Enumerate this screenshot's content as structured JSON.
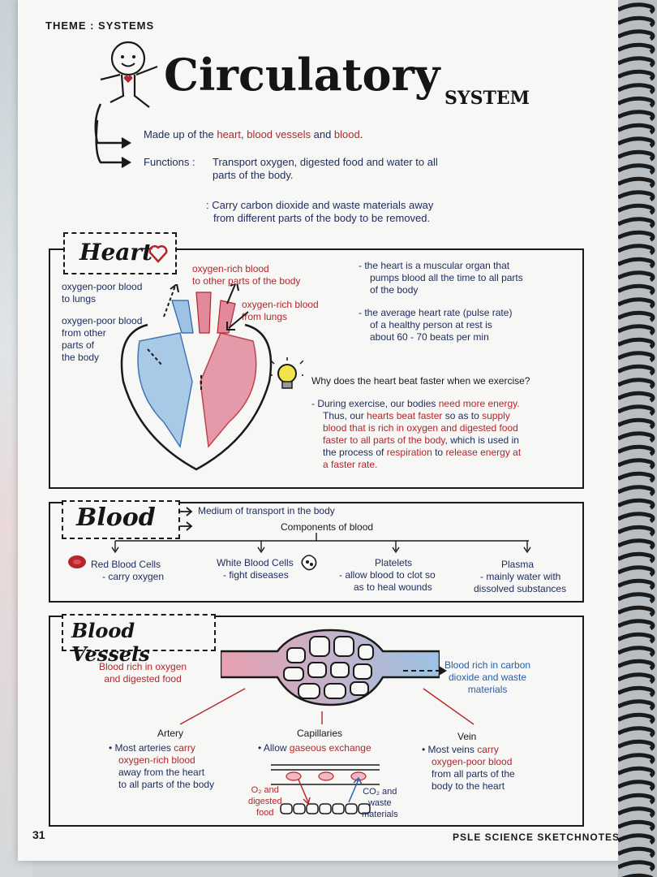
{
  "header": {
    "theme": "THEME : SYSTEMS",
    "title_main": "Circulatory",
    "title_small": "SYSTEM"
  },
  "intro": {
    "made_up_pre": "Made up of the ",
    "heart": "heart",
    "sep1": ", ",
    "blood_vessels": "blood vessels",
    "and": " and ",
    "blood": "blood",
    "end": ".",
    "functions_label": "Functions :",
    "function1_a": "Transport oxygen, digested food and water to all",
    "function1_b": "parts of the body.",
    "function2_a": ": Carry carbon dioxide and waste materials away",
    "function2_b": "from different parts of the body to be removed."
  },
  "heart_section": {
    "title": "Heart",
    "label_poor_lungs_a": "oxygen-poor blood",
    "label_poor_lungs_b": "to lungs",
    "label_poor_body_a": "oxygen-poor blood",
    "label_poor_body_b": "from other",
    "label_poor_body_c": "parts of",
    "label_poor_body_d": "the body",
    "label_rich_body_a": "oxygen-rich blood",
    "label_rich_body_b": "to other parts of the body",
    "label_rich_lungs_a": "oxygen-rich blood",
    "label_rich_lungs_b": "from lungs",
    "fact1_a": "- the heart is a muscular organ that",
    "fact1_b": "pumps blood all the time to all parts",
    "fact1_c": "of the body",
    "fact2_a": "- the average heart rate (pulse rate)",
    "fact2_b": "of a healthy person at rest is",
    "fact2_c": "about 60 - 70 beats per min",
    "question": "Why does the heart beat faster when we exercise?",
    "ans_1a": "- During exercise, our bodies ",
    "ans_1b": "need more energy.",
    "ans_2a": "Thus, our ",
    "ans_2b": "hearts beat faster",
    "ans_2c": " so as to ",
    "ans_2d": "supply",
    "ans_3": "blood that is rich in oxygen and digested food",
    "ans_4": "faster to all parts of the body",
    "ans_4b": ", which is used in",
    "ans_5a": "the process of ",
    "ans_5b": "respiration",
    "ans_5c": " to ",
    "ans_5d": "release energy at",
    "ans_6": "a faster rate."
  },
  "blood_section": {
    "title": "Blood",
    "medium": "Medium of transport in the body",
    "components": "Components of blood",
    "rbc": "Red Blood Cells",
    "rbc_desc": "- carry oxygen",
    "wbc": "White Blood Cells",
    "wbc_desc": "- fight diseases",
    "platelets": "Platelets",
    "platelets_desc_a": "- allow blood to clot so",
    "platelets_desc_b": "as to heal wounds",
    "plasma": "Plasma",
    "plasma_desc_a": "- mainly water with",
    "plasma_desc_b": "dissolved substances"
  },
  "vessels_section": {
    "title": "Blood Vessels",
    "rich_a": "Blood rich in oxygen",
    "rich_b": "and digested food",
    "carbon_a": "Blood rich in carbon",
    "carbon_b": "dioxide and waste",
    "carbon_c": "materials",
    "artery": "Artery",
    "artery_1a": "• Most arteries ",
    "artery_1b": "carry",
    "artery_2": "oxygen-rich blood",
    "artery_3": "away from the heart",
    "artery_4": "to all parts of the body",
    "capillaries": "Capillaries",
    "cap_1a": "• Allow ",
    "cap_1b": "gaseous exchange",
    "o2_a": "O₂ and",
    "o2_b": "digested",
    "o2_c": "food",
    "co2_a": "CO₂ and",
    "co2_b": "waste",
    "co2_c": "materials",
    "vein": "Vein",
    "vein_1a": "• Most veins ",
    "vein_1b": "carry",
    "vein_2": "oxygen-poor blood",
    "vein_3": "from all parts of the",
    "vein_4": "body to the heart"
  },
  "footer": {
    "page_number": "31",
    "brand": "PSLE SCIENCE SKETCHNOTES"
  },
  "colors": {
    "red": "#b3262b",
    "navy": "#1d2a5c",
    "blue": "#2660a8",
    "pink": "#d9788a",
    "lightblue": "#8fb8dc"
  }
}
